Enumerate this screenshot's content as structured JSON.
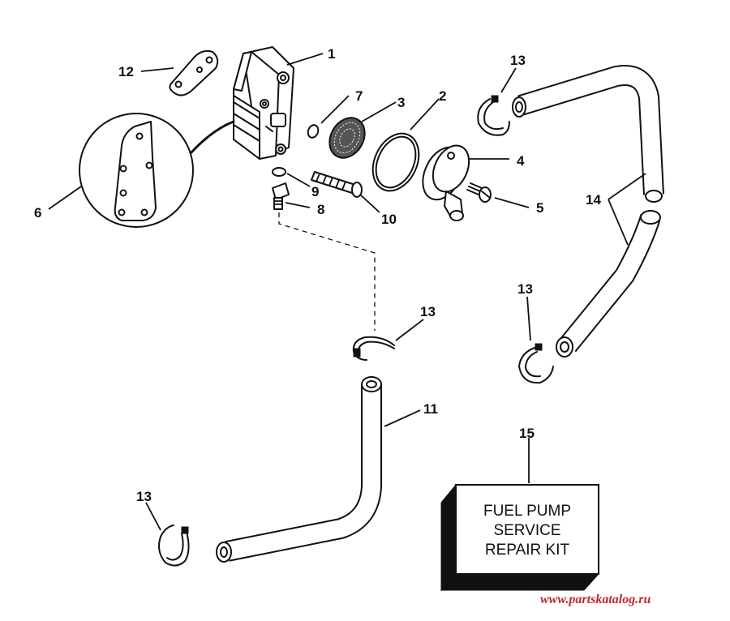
{
  "callouts": {
    "c1": "1",
    "c2": "2",
    "c3": "3",
    "c4": "4",
    "c5": "5",
    "c6": "6",
    "c7": "7",
    "c8": "8",
    "c9": "9",
    "c10": "10",
    "c11": "11",
    "c12": "12",
    "c13a": "13",
    "c13b": "13",
    "c13c": "13",
    "c13d": "13",
    "c14": "14",
    "c15": "15"
  },
  "kit": {
    "line1": "FUEL PUMP",
    "line2": "SERVICE",
    "line3": "REPAIR KIT"
  },
  "watermark": "www.partskatalog.ru"
}
